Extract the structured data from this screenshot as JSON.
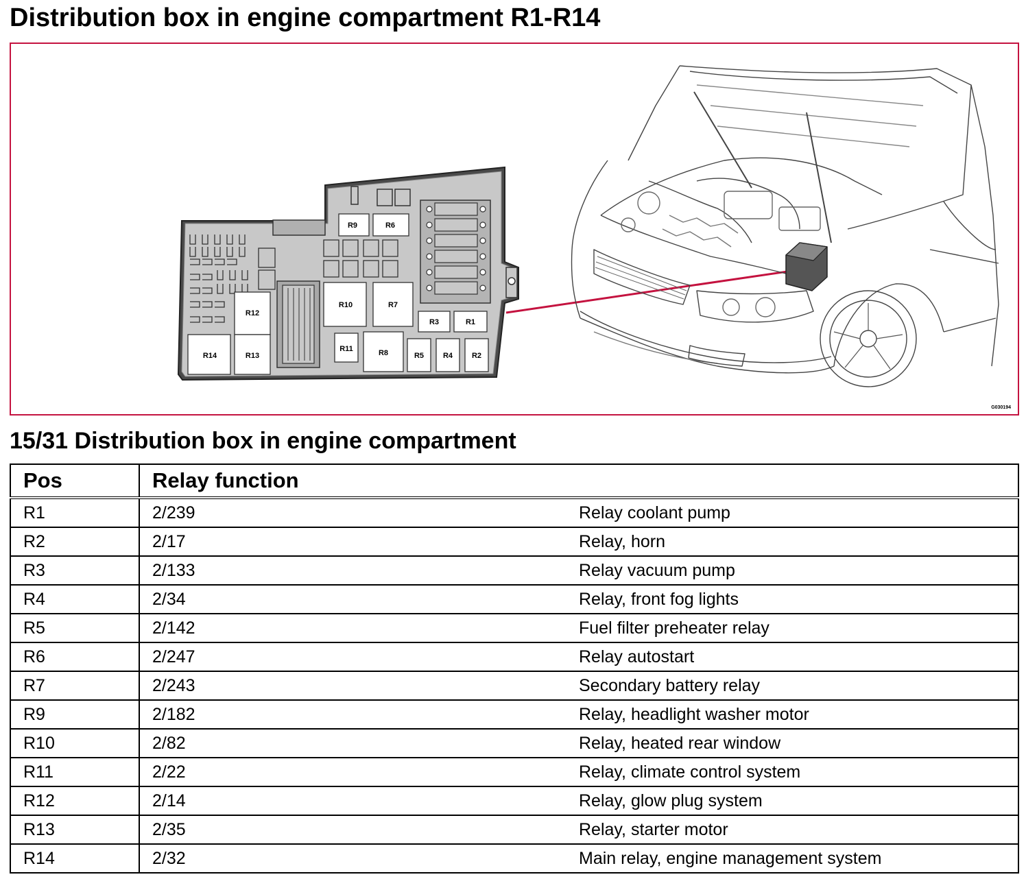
{
  "title": "Distribution box in engine compartment R1-R14",
  "figure": {
    "reference_code": "G030194",
    "relay_labels": {
      "r1": "R1",
      "r2": "R2",
      "r3": "R3",
      "r4": "R4",
      "r5": "R5",
      "r6": "R6",
      "r7": "R7",
      "r8": "R8",
      "r9": "R9",
      "r10": "R10",
      "r11": "R11",
      "r12": "R12",
      "r13": "R13",
      "r14": "R14"
    },
    "colors": {
      "frame": "#c4123f",
      "box_fill": "#c8c8c8",
      "leader_line": "#c4123f"
    }
  },
  "section_title": "15/31 Distribution box in engine compartment",
  "table": {
    "headers": {
      "pos": "Pos",
      "function": "Relay function"
    },
    "rows": [
      {
        "pos": "R1",
        "code": "2/239",
        "description": "Relay coolant pump"
      },
      {
        "pos": "R2",
        "code": "2/17",
        "description": "Relay, horn"
      },
      {
        "pos": "R3",
        "code": "2/133",
        "description": "Relay vacuum pump"
      },
      {
        "pos": "R4",
        "code": "2/34",
        "description": "Relay, front fog lights"
      },
      {
        "pos": "R5",
        "code": "2/142",
        "description": "Fuel filter preheater relay"
      },
      {
        "pos": "R6",
        "code": "2/247",
        "description": "Relay autostart"
      },
      {
        "pos": "R7",
        "code": "2/243",
        "description": "Secondary battery relay"
      },
      {
        "pos": "R9",
        "code": "2/182",
        "description": "Relay, headlight washer motor"
      },
      {
        "pos": "R10",
        "code": "2/82",
        "description": "Relay, heated rear window"
      },
      {
        "pos": "R11",
        "code": "2/22",
        "description": "Relay, climate control system"
      },
      {
        "pos": "R12",
        "code": "2/14",
        "description": "Relay, glow plug system"
      },
      {
        "pos": "R13",
        "code": "2/35",
        "description": "Relay, starter motor"
      },
      {
        "pos": "R14",
        "code": "2/32",
        "description": "Main relay, engine management system"
      }
    ]
  }
}
